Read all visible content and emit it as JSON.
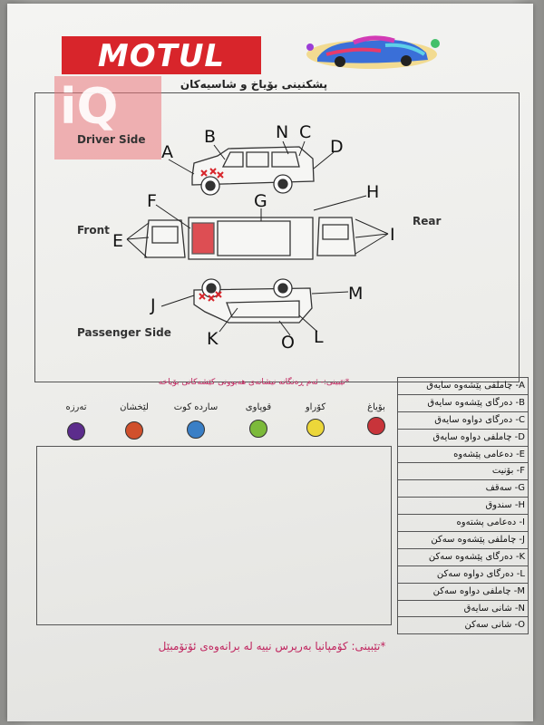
{
  "header": {
    "brand": "MOTUL",
    "subtitle": "پشكنینی بۆیاخ و شاسیەكان"
  },
  "watermark": "iQ",
  "diagram": {
    "driver_side": "Driver Side",
    "front": "Front",
    "rear": "Rear",
    "passenger_side": "Passenger Side",
    "letters": {
      "A": "A",
      "B": "B",
      "N": "N",
      "C": "C",
      "D": "D",
      "F": "F",
      "G": "G",
      "H": "H",
      "E": "E",
      "I": "I",
      "J": "J",
      "M": "M",
      "K": "K",
      "O": "O",
      "L": "L"
    }
  },
  "legend_note": "*تێبینی:- ئەم ڕەنگانە نیشانەی هەبوونی كێشەكانی بۆیاخە",
  "legend": [
    {
      "label": "بۆیاغ",
      "color": "#c8343a"
    },
    {
      "label": "كۆراو",
      "color": "#ecd73a"
    },
    {
      "label": "قوپاوی",
      "color": "#7cba3a"
    },
    {
      "label": "سارده كوت",
      "color": "#3a7fc6"
    },
    {
      "label": "لێخشان",
      "color": "#d0502c"
    },
    {
      "label": "تەرزه",
      "color": "#5c2c8c"
    }
  ],
  "parts": [
    "A- چاملفی پێشەوە سایەق",
    "B- دەرگای پێشەوە سایەق",
    "C- دەرگای دواوە سایەق",
    "D- چاملفی دواوە سایەق",
    "E- دەعامی پێشەوە",
    "F- بۆنیت",
    "G- سەقف",
    "H- سندوق",
    "I- دەعامی پشتەوە",
    "J- چاملفی پێشەوە سەكن",
    "K- دەرگای پێشەوە سەكن",
    "L- دەرگای دواوە سەكن",
    "M- چاملفی دواوە سەكن",
    "N- شانی سایەق",
    "O- شانی سەكن"
  ],
  "footer": "*تێبینی: كۆمپانیا بەرپرس نییە لە برانەوەی ئۆتۆمبێل"
}
